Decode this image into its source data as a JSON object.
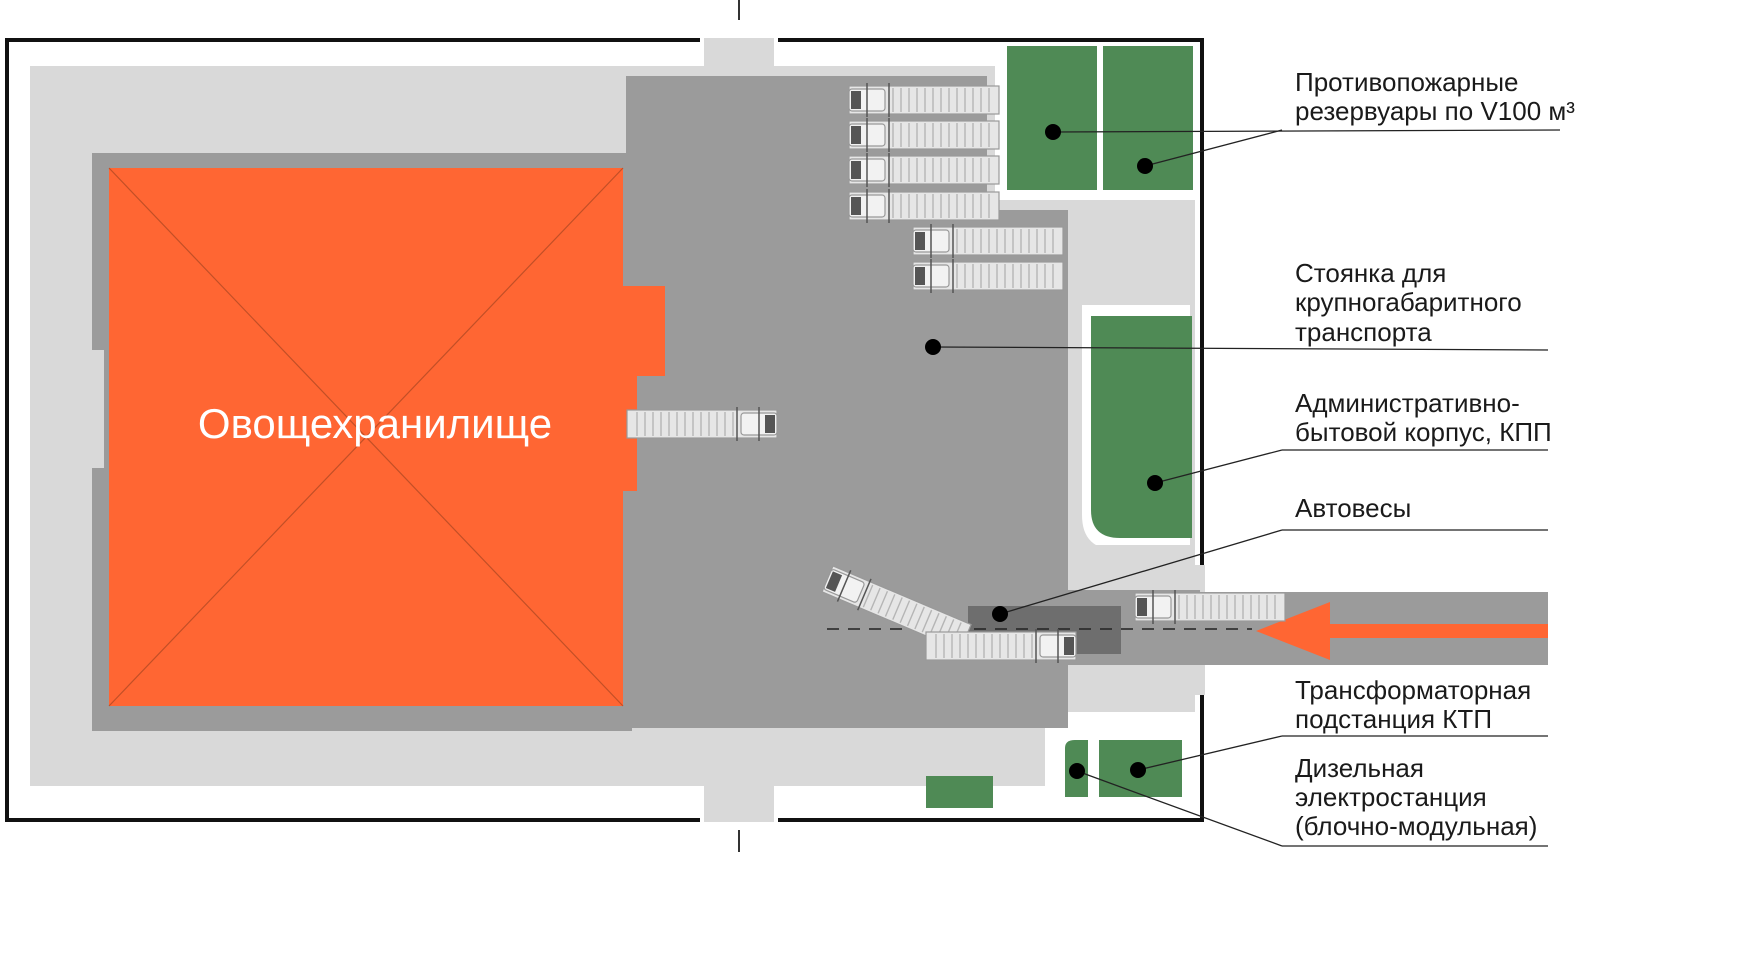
{
  "building": {
    "name": "Овощехранилище"
  },
  "labels": {
    "fire_tanks": {
      "line1": "Противопожарные",
      "line2": "резервуары по V100 м³"
    },
    "parking": {
      "line1": "Стоянка для",
      "line2": "крупногабаритного",
      "line3": "транспорта"
    },
    "admin": {
      "line1": "Административно-",
      "line2": "бытовой корпус, КПП"
    },
    "scales": {
      "line1": "Автовесы"
    },
    "transformer": {
      "line1": "Трансформаторная",
      "line2": "подстанция КТП"
    },
    "diesel": {
      "line1": "Дизельная",
      "line2": "электростанция",
      "line3": "(блочно-модульная)"
    }
  },
  "colors": {
    "building": "#ff6633",
    "green": "#4f8a55",
    "asphalt": "#9b9b9b",
    "road_light": "#d9d9d9",
    "scales_pad": "#6e6e6e",
    "fence": "#111111"
  },
  "icons": {
    "entry_arrow": "arrow-left-icon",
    "truck": "truck-icon"
  }
}
